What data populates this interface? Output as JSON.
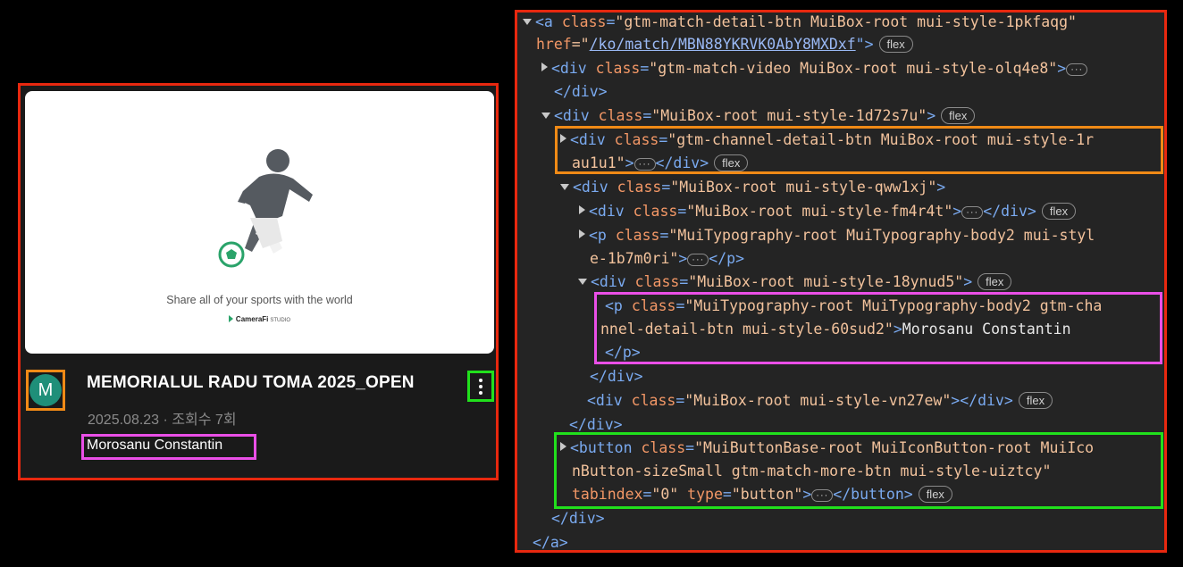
{
  "card": {
    "thumbnail_tagline": "Share all of your sports with the world",
    "thumbnail_brand": "CameraFi",
    "thumbnail_brand_suffix": "STUDIO",
    "avatar_letter": "M",
    "title": "MEMORIALUL RADU TOMA 2025_OPEN",
    "date": "2025.08.23",
    "meta_separator": "·",
    "views": "조회수 7회",
    "channel_name": "Morosanu Constantin",
    "more_button_icon": "more-vertical-icon",
    "avatar_color": "#1f8f79"
  },
  "devtools": {
    "l1_tag": "<a ",
    "l1_attr": "class",
    "l1_val": "\"gtm-match-detail-btn MuiBox-root mui-style-1pkfaqg\"",
    "l2_attr": "href",
    "l2_eq": "=\"",
    "l2_link": "/ko/match/MBN88YKRVK0AbY8MXDxf",
    "l2_close": "\">",
    "l3_tag": "<div ",
    "l3_attr": "class",
    "l3_val": "\"gtm-match-video MuiBox-root mui-style-olq4e8\"",
    "l3_close": ">",
    "l4_tag": "</div>",
    "l5_tag": "<div ",
    "l5_attr": "class",
    "l5_val": "\"MuiBox-root mui-style-1d72s7u\"",
    "l5_close": ">",
    "l6_tag": "<div ",
    "l6_attr": "class",
    "l6_val": "\"gtm-channel-detail-btn MuiBox-root mui-style-1r",
    "l7_val": "au1u1\"",
    "l7_close": ">",
    "l7_end": "</div>",
    "l8_tag": "<div ",
    "l8_attr": "class",
    "l8_val": "\"MuiBox-root mui-style-qww1xj\"",
    "l8_close": ">",
    "l9_tag": "<div ",
    "l9_attr": "class",
    "l9_val": "\"MuiBox-root mui-style-fm4r4t\"",
    "l9_close": ">",
    "l9_end": "</div>",
    "l10_tag": "<p ",
    "l10_attr": "class",
    "l10_val": "\"MuiTypography-root MuiTypography-body2 mui-styl",
    "l11_val": "e-1b7m0ri\"",
    "l11_close": ">",
    "l11_end": "</p>",
    "l12_tag": "<div ",
    "l12_attr": "class",
    "l12_val": "\"MuiBox-root mui-style-18ynud5\"",
    "l12_close": ">",
    "l13_tag": "<p ",
    "l13_attr": "class",
    "l13_val": "\"MuiTypography-root MuiTypography-body2 gtm-cha",
    "l14_val": "nnel-detail-btn mui-style-60sud2\"",
    "l14_close": ">",
    "l14_text": "Morosanu Constantin",
    "l15_tag": "</p>",
    "l16_tag": "</div>",
    "l17_tag": "<div ",
    "l17_attr": "class",
    "l17_val": "\"MuiBox-root mui-style-vn27ew\"",
    "l17_close": "></div>",
    "l18_tag": "</div>",
    "l19_tag": "<button ",
    "l19_attr": "class",
    "l19_val": "\"MuiButtonBase-root MuiIconButton-root MuiIco",
    "l20_val": "nButton-sizeSmall gtm-match-more-btn mui-style-uiztcy\"",
    "l21_attr1": "tabindex",
    "l21_val1": "\"0\"",
    "l21_attr2": "type",
    "l21_val2": "\"button\"",
    "l21_close": ">",
    "l21_end": "</button>",
    "l22_tag": "</div>",
    "l23_tag": "</a>",
    "eq": "=",
    "flex_badge": "flex",
    "ellipsis": "···"
  }
}
